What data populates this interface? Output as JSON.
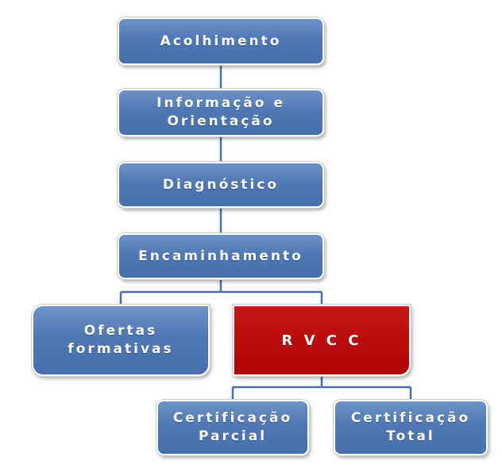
{
  "diagram": {
    "nodes": [
      {
        "id": "acolhimento",
        "label": "Acolhimento"
      },
      {
        "id": "informacao",
        "label": "Informação e\nOrientação"
      },
      {
        "id": "diagnostico",
        "label": "Diagnóstico"
      },
      {
        "id": "encaminhamento",
        "label": "Encaminhamento"
      },
      {
        "id": "ofertas",
        "label": "Ofertas\nformativas"
      },
      {
        "id": "rvcc",
        "label": "R V C C"
      },
      {
        "id": "parcial",
        "label": "Certificação\nParcial"
      },
      {
        "id": "total",
        "label": "Certificação\nTotal"
      }
    ],
    "colors": {
      "node_fill": "#4f78b5",
      "highlight_fill": "#bb0b0b",
      "connector": "#4a6fa5"
    }
  }
}
